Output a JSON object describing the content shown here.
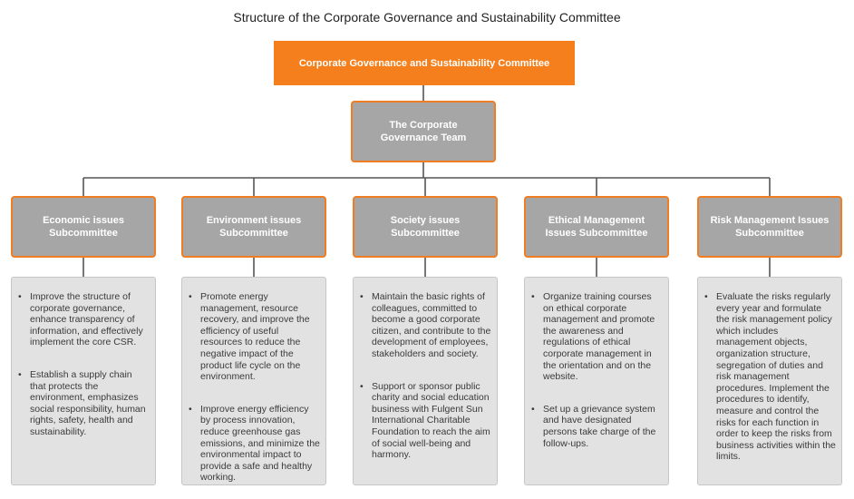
{
  "title": "Structure of the Corporate Governance and Sustainability Committee",
  "committee": "Corporate Governance and Sustainability Committee",
  "team": "The Corporate Governance Team",
  "subcommittees": [
    {
      "name": "Economic issues Subcommittee",
      "items": [
        "Improve the structure of corporate governance, enhance transparency of information, and effectively implement the core CSR.",
        "Establish a supply chain that protects the environment, emphasizes social responsibility, human rights, safety, health and sustainability."
      ]
    },
    {
      "name": "Environment issues Subcommittee",
      "items": [
        "Promote energy management, resource recovery, and improve the efficiency of useful resources to reduce the negative impact of the product life cycle on the environment.",
        "Improve energy efficiency by process innovation, reduce greenhouse gas emissions, and minimize the environmental impact to provide a safe and healthy working."
      ]
    },
    {
      "name": "Society issues Subcommittee",
      "items": [
        "Maintain the basic rights of colleagues, committed to become a good corporate citizen, and contribute to the development of employees, stakeholders and society.",
        "Support or sponsor public charity and social education business with Fulgent Sun International Charitable Foundation to reach the aim of social well-being and harmony."
      ]
    },
    {
      "name": "Ethical Management Issues Subcommittee",
      "items": [
        "Organize training courses on ethical corporate management and promote the awareness and regulations of ethical corporate management in the orientation and on the website.",
        "Set up a grievance system and have designated persons take charge of the follow-ups."
      ]
    },
    {
      "name": "Risk Management Issues Subcommittee",
      "items": [
        "Evaluate the risks regularly every year and formulate the risk management policy which includes management objects, organization structure, segregation of duties and risk management procedures. Implement the procedures to identify, measure and control the risks for each function in order to keep the risks from business activities within the limits."
      ]
    }
  ],
  "colors": {
    "accent": "#f47f1c",
    "box_fill": "#a6a6a6",
    "detail_fill": "#e2e2e2",
    "line": "#555555"
  }
}
